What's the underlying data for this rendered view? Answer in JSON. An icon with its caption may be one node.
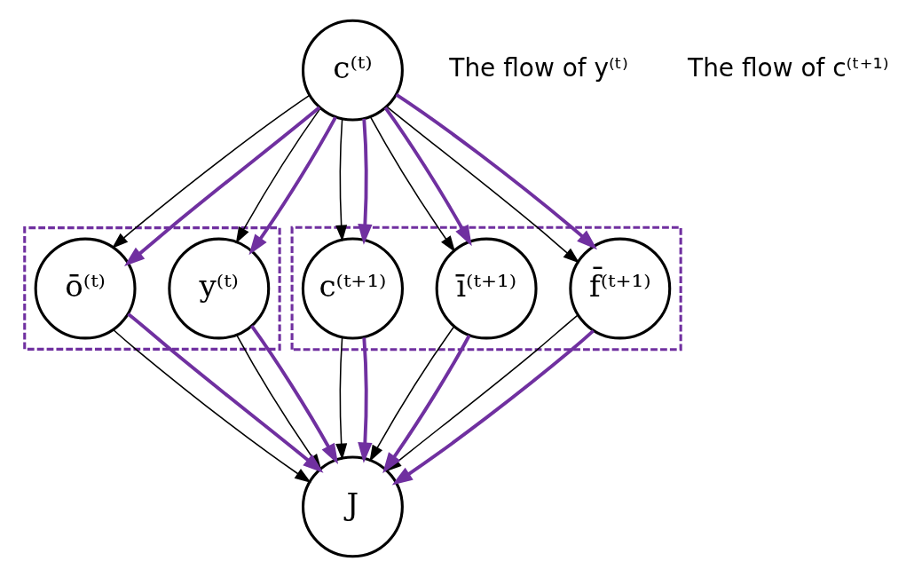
{
  "diagram": {
    "nodes": [
      {
        "text": [
          "c⁽ᵗ⁾"
        ]
      },
      {
        "text": [],
        "shape": "box"
      },
      {
        "text": [
          "y⁽ᵗ⁾"
        ],
        "in": 1
      },
      {
        "text": [
          "ō⁽ᵗ⁾"
        ],
        "in": 1
      },
      {
        "text": [],
        "shape": "box"
      },
      {
        "text": [
          "f̄⁽ᵗ⁺¹⁾"
        ],
        "in": 4
      },
      {
        "text": [
          "ī⁽ᵗ⁺¹⁾"
        ],
        "in": 4
      },
      {
        "text": [
          "c⁽ᵗ⁺¹⁾"
        ],
        "in": 4
      },
      {
        "text": [
          "J"
        ]
      }
    ],
    "edges": [
      {
        "from": 0,
        "to": 2,
        "arrow": "to"
      },
      {
        "from": 0,
        "to": 2,
        "arrow": "to",
        "style": "thick",
        "color": "#7030a0"
      },
      {
        "from": 0,
        "to": 3,
        "arrow": "to"
      },
      {
        "from": 0,
        "to": 3,
        "arrow": "to",
        "style": "thick",
        "color": "#7030a0"
      },
      {
        "from": 0,
        "to": 5,
        "arrow": "to"
      },
      {
        "from": 0,
        "to": 5,
        "arrow": "to",
        "style": "thick",
        "color": "#7030a0"
      },
      {
        "from": 0,
        "to": 6,
        "arrow": "to"
      },
      {
        "from": 0,
        "to": 6,
        "arrow": "to",
        "style": "thick",
        "color": "#7030a0"
      },
      {
        "from": 0,
        "to": 7,
        "arrow": "to"
      },
      {
        "from": 0,
        "to": 7,
        "arrow": "to",
        "style": "thick",
        "color": "#7030a0"
      },
      {
        "from": 2,
        "to": 8,
        "arrow": "to"
      },
      {
        "from": 2,
        "to": 8,
        "arrow": "to",
        "style": "thick",
        "color": "#7030a0"
      },
      {
        "from": 3,
        "to": 8,
        "arrow": "to"
      },
      {
        "from": 3,
        "to": 8,
        "arrow": "to",
        "style": "thick",
        "color": "#7030a0"
      },
      {
        "from": 5,
        "to": 8,
        "arrow": "to"
      },
      {
        "from": 5,
        "to": 8,
        "arrow": "to",
        "style": "thick",
        "color": "#7030a0"
      },
      {
        "from": 6,
        "to": 8,
        "arrow": "to"
      },
      {
        "from": 6,
        "to": 8,
        "arrow": "to",
        "style": "thick",
        "color": "#7030a0"
      },
      {
        "from": 7,
        "to": 8,
        "arrow": "to"
      },
      {
        "from": 7,
        "to": 8,
        "arrow": "to",
        "style": "thick",
        "color": "#7030a0"
      }
    ],
    "labels": [
      "The flow of y⁽ᵗ⁾",
      "The flow of c⁽ᵗ⁺¹⁾"
    ]
  }
}
